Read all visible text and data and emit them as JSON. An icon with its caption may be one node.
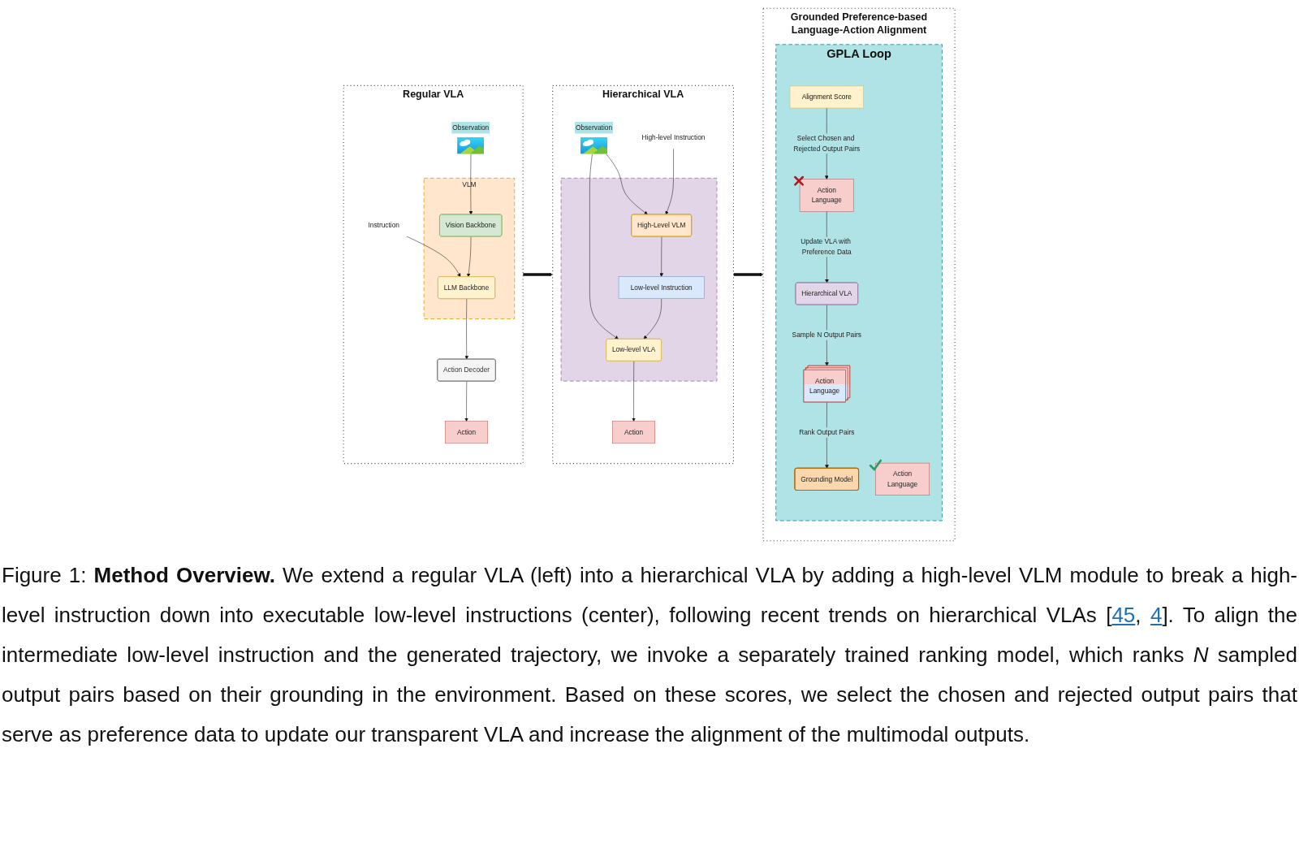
{
  "diagram": {
    "caption": "Figure 1: **Method Overview.** We extend a regular VLA (left) into a hierarchical VLA by adding a high-level VLM module to break a high-level instruction down into executable low-level instructions (center), following recent trends on hierarchical VLAs [45, 4]. To align the intermediate low-level instruction and the generated trajectory, we invoke a separately trained ranking model, which ranks *N* sampled output pairs based on their grounding in the environment. Based on these scores, we select the chosen and rejected output pairs that serve as preference data to update our transparent VLA and increase the alignment of the multimodal outputs.",
    "nodes": [
      {
        "text": [
          "Regular VLA"
        ]
      },
      {
        "text": [
          "Observation"
        ],
        "in": 0
      },
      {
        "text": [
          "Instruction"
        ],
        "in": 0
      },
      {
        "text": [
          "VLM"
        ],
        "in": 0
      },
      {
        "text": [
          "Vision Backbone"
        ],
        "in": 3
      },
      {
        "text": [
          "LLM Backbone"
        ],
        "in": 3
      },
      {
        "text": [
          "Action Decoder"
        ],
        "in": 0
      },
      {
        "text": [
          "Action"
        ],
        "in": 0
      },
      {
        "text": [
          "Hierarchical VLA"
        ]
      },
      {
        "text": [
          "Observation"
        ],
        "in": 8
      },
      {
        "text": [
          "High-level Instruction"
        ],
        "in": 8
      },
      {
        "text": [],
        "shape": "box",
        "in": 8
      },
      {
        "text": [
          "High-Level VLM"
        ],
        "in": 11
      },
      {
        "text": [
          "Low-level Instruction"
        ],
        "in": 11
      },
      {
        "text": [
          "Low-level VLA"
        ],
        "in": 11
      },
      {
        "text": [
          "Action"
        ],
        "in": 8
      },
      {
        "text": [
          "Grounded Preference-based Language-Action Alignment"
        ]
      },
      {
        "text": [
          "GPLA Loop"
        ],
        "in": 16
      },
      {
        "text": [
          "Action",
          "Language"
        ],
        "in": 17
      },
      {
        "text": [
          "Hierarchical VLA"
        ],
        "in": 17
      },
      {
        "text": [
          "Grounding Model"
        ],
        "in": 17
      },
      {
        "text": [
          "Alignment Score"
        ],
        "in": 17
      },
      {
        "text": [
          "Action",
          "Language"
        ],
        "in": 17
      },
      {
        "text": [
          "Action",
          "Language"
        ],
        "in": 17
      }
    ],
    "edges": [
      {
        "from": 1,
        "to": 4,
        "arrow": "to"
      },
      {
        "from": 2,
        "to": 5,
        "arrow": "to"
      },
      {
        "from": 4,
        "to": 5,
        "arrow": "to"
      },
      {
        "from": 5,
        "to": 6,
        "arrow": "to"
      },
      {
        "from": 6,
        "to": 7,
        "arrow": "to"
      },
      {
        "from": 0,
        "to": 8,
        "arrow": "to",
        "style": "thick"
      },
      {
        "from": 9,
        "to": 12,
        "arrow": "to"
      },
      {
        "from": 9,
        "to": 14,
        "arrow": "to"
      },
      {
        "from": 10,
        "to": 12,
        "arrow": "to"
      },
      {
        "from": 12,
        "to": 13,
        "arrow": "to"
      },
      {
        "from": 13,
        "to": 14,
        "arrow": "to"
      },
      {
        "from": 14,
        "to": 15,
        "arrow": "to"
      },
      {
        "from": 8,
        "to": 16,
        "arrow": "to",
        "style": "thick"
      },
      {
        "from": 19,
        "to": 18,
        "arrow": "to",
        "label": "Sample N Output Pairs"
      },
      {
        "from": 18,
        "to": 20,
        "arrow": "to",
        "label": "Rank Output Pairs"
      },
      {
        "from": 21,
        "to": 23,
        "arrow": "to",
        "label": "Select Chosen and Rejected Output Pairs"
      },
      {
        "from": 23,
        "to": 19,
        "arrow": "to",
        "label": "Update VLA with Preference Data"
      }
    ]
  }
}
